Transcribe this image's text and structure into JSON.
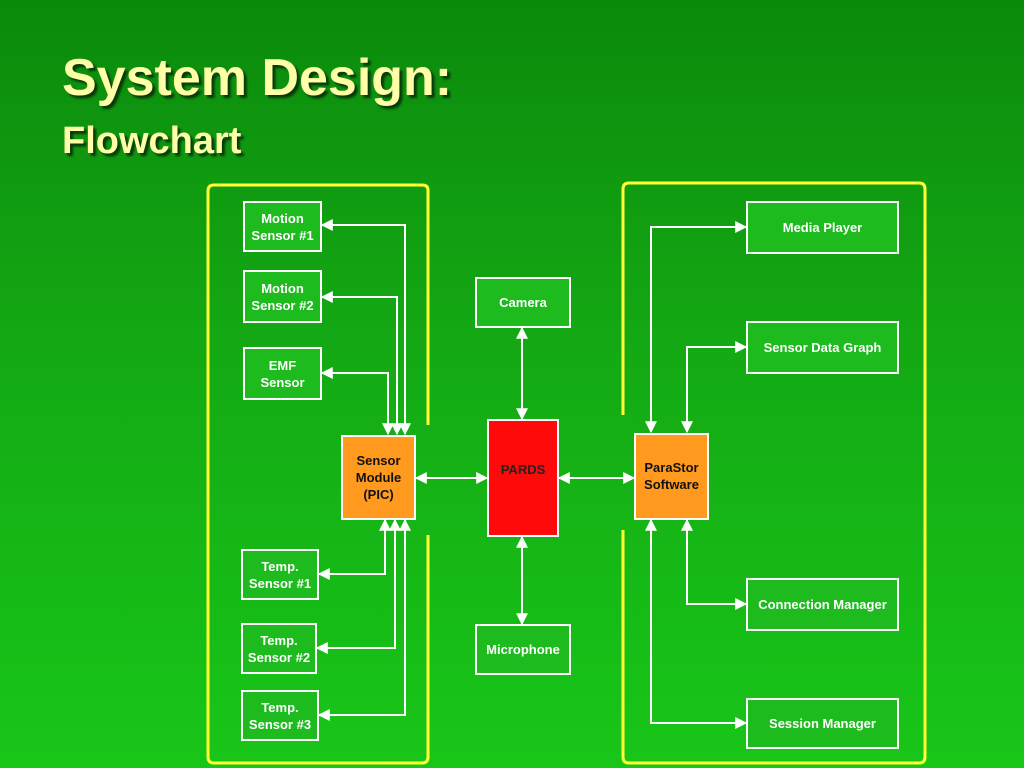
{
  "title": "System Design:",
  "subtitle": "Flowchart",
  "nodes": {
    "motion1": "Motion\nSensor #1",
    "motion2": "Motion\nSensor #2",
    "emf": "EMF\nSensor",
    "sensor_module": "Sensor\nModule\n(PIC)",
    "temp1": "Temp.\nSensor #1",
    "temp2": "Temp.\nSensor #2",
    "temp3": "Temp.\nSensor #3",
    "camera": "Camera",
    "pards": "PARDS",
    "microphone": "Microphone",
    "parastor": "ParaStor\nSoftware",
    "media_player": "Media Player",
    "sensor_graph": "Sensor Data Graph",
    "connection_manager": "Connection Manager",
    "session_manager": "Session Manager"
  },
  "colors": {
    "background_top": "#0b8a0b",
    "background_bottom": "#18c618",
    "title_text": "#ffffa8",
    "group_border": "#ffff33",
    "connector": "#ffffff",
    "module_fill": "#ff9a1e",
    "pards_fill": "#ff0a0a"
  }
}
